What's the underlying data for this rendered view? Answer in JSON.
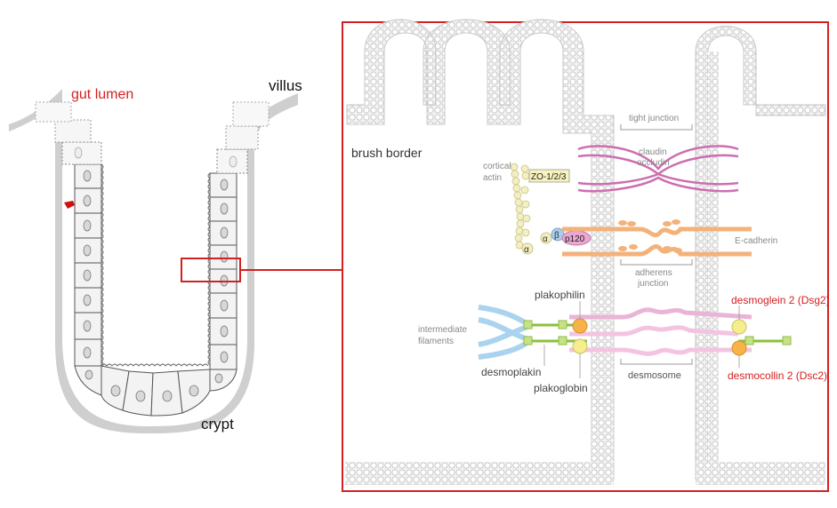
{
  "left_panel": {
    "gut_lumen_label": "gut lumen",
    "villus_label": "villus",
    "crypt_label": "crypt"
  },
  "zoom_panel": {
    "brush_border_label": "brush border",
    "tight_junction_label": "tight junction",
    "claudin_label": "claudin",
    "occludin_label": "occludin",
    "cortical_label": "cortical",
    "actin_label": "actin",
    "zo_label": "ZO-1/2/3",
    "alpha_label": "α",
    "beta_label": "β",
    "p120_label": "p120",
    "ecadherin_label": "E-cadherin",
    "adherens_label": "adherens",
    "junction_label": "junction",
    "plakophilin_label": "plakophilin",
    "intermediate_label": "intermediate",
    "filaments_label": "filaments",
    "desmoplakin_label": "desmoplakin",
    "plakoglobin_label": "plakoglobin",
    "desmosome_label": "desmosome",
    "desmoglein_label": "desmoglein 2 (Dsg2)",
    "desmocollin_label": "desmocollin 2 (Dsc2)"
  },
  "colors": {
    "highlight_red": "#d42020",
    "membrane_gray": "#c8c8c8",
    "claudin_pink": "#cc6fb0",
    "ecadherin_orange": "#f3b27a",
    "desmo_pink": "#e9b4d6",
    "filament_blue": "#a9d3ee",
    "connector_green": "#8dbf3c",
    "plakophilin_orange": "#f7b34a",
    "plakoglobin_yellow": "#f6ee8c",
    "actin_bead": "#f3efc0",
    "zo_box": "#f7f3bd",
    "p120_pink": "#eaa7cf",
    "beta_blue": "#a9cdea"
  }
}
